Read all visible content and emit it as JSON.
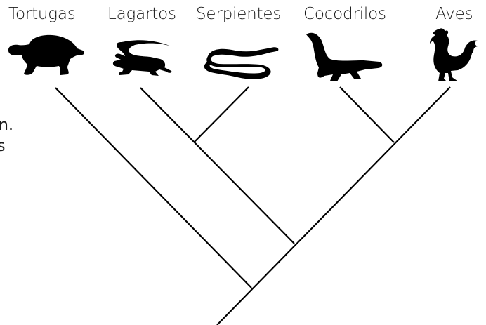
{
  "diagram": {
    "type": "cladogram",
    "taxa": [
      {
        "id": "turtles",
        "label": "Tortugas",
        "icon": "turtle-icon"
      },
      {
        "id": "lizards",
        "label": "Lagartos",
        "icon": "lizard-icon"
      },
      {
        "id": "snakes",
        "label": "Serpientes",
        "icon": "snake-icon"
      },
      {
        "id": "crocs",
        "label": "Cocodrilos",
        "icon": "crocodile-icon"
      },
      {
        "id": "birds",
        "label": "Aves",
        "icon": "rooster-icon"
      }
    ],
    "edge_text_fragments": [
      "n.",
      "s"
    ],
    "colors": {
      "ink": "#000000",
      "text": "#1a1a1a",
      "background": "#ffffff"
    }
  }
}
